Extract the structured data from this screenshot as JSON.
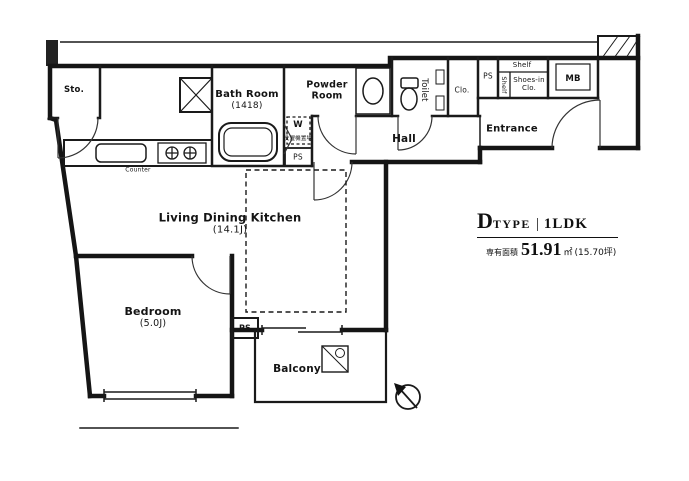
{
  "floorplan": {
    "rooms": {
      "storage": "Sto.",
      "bathroom": "Bath Room",
      "bathroom_size": "(1418)",
      "powder_room": "Powder Room",
      "toilet": "Toilet",
      "hall": "Hall",
      "entrance": "Entrance",
      "closet": "Clo.",
      "shelf_top": "Shelf",
      "shelf_side": "Shelf",
      "shoes_closet": "Shoes-in Clo.",
      "meter_box": "MB",
      "living": "Living Dining Kitchen",
      "living_size": "(14.1J)",
      "bedroom": "Bedroom",
      "bedroom_size": "(5.0J)",
      "balcony": "Balcony"
    },
    "fixtures": {
      "washer_mark": "W",
      "washer_note": "洗濯機置場",
      "counter": "Counter",
      "ps_top": "PS",
      "ps_middle": "PS",
      "ps_bottom": "PS"
    },
    "title": {
      "type_letter": "D",
      "type_word": "TYPE",
      "divider": "|",
      "layout": "1LDK",
      "area_label": "専有面積",
      "area_value": "51.91",
      "area_unit": "㎡",
      "area_tsubo": "(15.70坪)"
    },
    "colors": {
      "ink": "#1a1a1a",
      "background": "#ffffff"
    }
  }
}
